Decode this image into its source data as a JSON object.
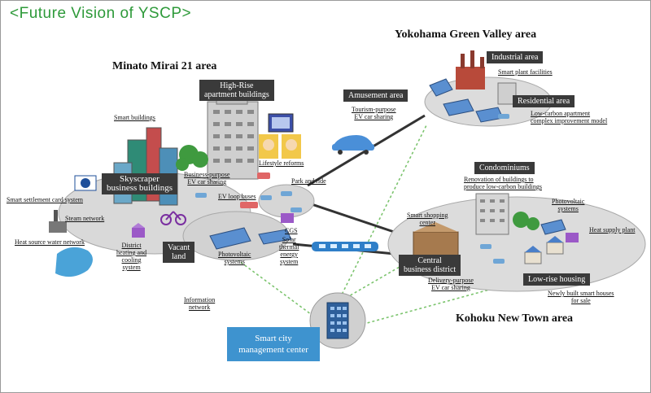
{
  "title": "<Future Vision of YSCP>",
  "areas": {
    "minato": "Minato Mirai 21 area",
    "yokohama": "Yokohama Green Valley area",
    "kohoku": "Kohoku New Town area"
  },
  "dark_labels": {
    "highrise": [
      "High-Rise",
      "apartment buildings"
    ],
    "skyscraper": [
      "Skyscraper",
      "business buildings"
    ],
    "vacant": [
      "Vacant",
      "land"
    ],
    "amusement": "Amusement area",
    "industrial": "Industrial area",
    "residential": "Residential area",
    "condominiums": "Condominiums",
    "central": [
      "Central",
      "business district"
    ],
    "lowrise": "Low-rise housing"
  },
  "labels": {
    "smart_buildings": "Smart buildings",
    "lifestyle_reforms": "Lifestyle reforms",
    "business_ev": [
      "Business-purpose",
      "EV car sharing"
    ],
    "park_ride": "Park and ride",
    "ev_loop": "EV loop buses",
    "smart_settlement": "Smart settlement card system",
    "steam_network": "Steam network",
    "heat_source": "Heat source water network",
    "district_heating": [
      "District",
      "heating and",
      "cooling",
      "system"
    ],
    "pv_minato": [
      "Photovoltaic",
      "systems"
    ],
    "cgs": "CGS",
    "solar_thermal": [
      "Solar",
      "thermal",
      "energy",
      "system"
    ],
    "info_network": [
      "Information",
      "network"
    ],
    "tourism_ev": [
      "Tourism-purpose",
      "EV car sharing"
    ],
    "smart_plant": "Smart plant facilities",
    "low_carbon": [
      "Low-carbon apartment",
      "complex improvement model"
    ],
    "renovation": [
      "Renovation of buildings to",
      "produce low-carbon buildings"
    ],
    "pv_kohoku": [
      "Photovoltaic",
      "systems"
    ],
    "smart_shopping": [
      "Smart shopping",
      "center"
    ],
    "heat_supply": "Heat supply plant",
    "delivery_ev": [
      "Delivery-purpose",
      "EV car sharing"
    ],
    "new_smart_houses": [
      "Newly built smart houses",
      "for sale"
    ]
  },
  "center": [
    "Smart city",
    "management center"
  ],
  "colors": {
    "title": "#2e9a3a",
    "center_box": "#3e93cf",
    "dark_label": "#3a3a3a",
    "network_dotted": "#7cc46e"
  }
}
